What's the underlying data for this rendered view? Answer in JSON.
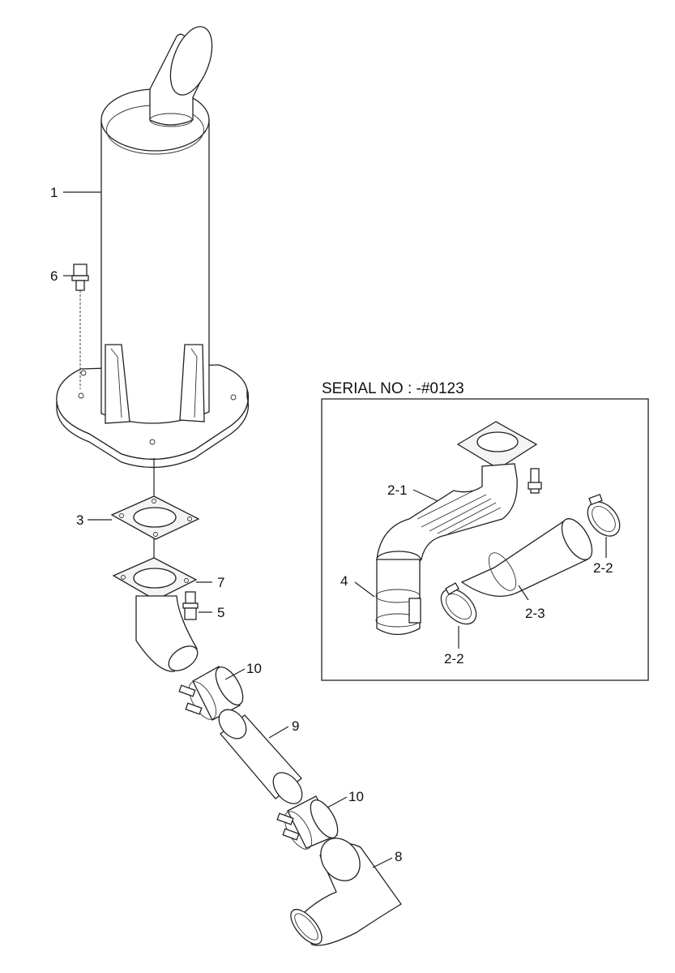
{
  "inset": {
    "title": "SERIAL NO : -#0123"
  },
  "callouts": {
    "c1": "1",
    "c6": "6",
    "c3": "3",
    "c7": "7",
    "c5": "5",
    "c10a": "10",
    "c9": "9",
    "c10b": "10",
    "c8": "8",
    "c2_1": "2-1",
    "c4": "4",
    "c2_2a": "2-2",
    "c2_2b": "2-2",
    "c2_3": "2-3"
  }
}
